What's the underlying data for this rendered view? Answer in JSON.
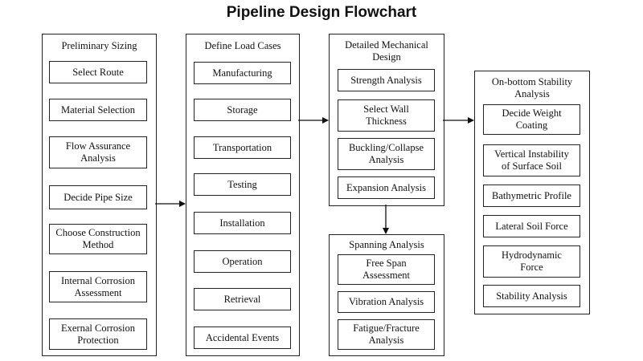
{
  "title": "Pipeline Design Flowchart",
  "columns": {
    "preliminary": {
      "title": "Preliminary Sizing",
      "items": [
        "Select Route",
        "Material Selection",
        "Flow Assurance\nAnalysis",
        "Decide Pipe Size",
        "Choose Construction\nMethod",
        "Internal Corrosion\nAssessment",
        "Exernal Corrosion\nProtection"
      ]
    },
    "load_cases": {
      "title": "Define Load Cases",
      "items": [
        "Manufacturing",
        "Storage",
        "Transportation",
        "Testing",
        "Installation",
        "Operation",
        "Retrieval",
        "Accidental Events"
      ]
    },
    "mechanical": {
      "title": "Detailed Mechanical\nDesign",
      "items": [
        "Strength Analysis",
        "Select Wall\nThickness",
        "Buckling/Collapse\nAnalysis",
        "Expansion Analysis"
      ]
    },
    "spanning": {
      "title": "Spanning Analysis",
      "items": [
        "Free Span\nAssessment",
        "Vibration Analysis",
        "Fatigue/Fracture\nAnalysis"
      ]
    },
    "stability": {
      "title": "On-bottom Stability\nAnalysis",
      "items": [
        "Decide Weight\nCoating",
        "Vertical Instability\nof Surface Soil",
        "Bathymetric Profile",
        "Lateral Soil Force",
        "Hydrodynamic\nForce",
        "Stability Analysis"
      ]
    }
  }
}
